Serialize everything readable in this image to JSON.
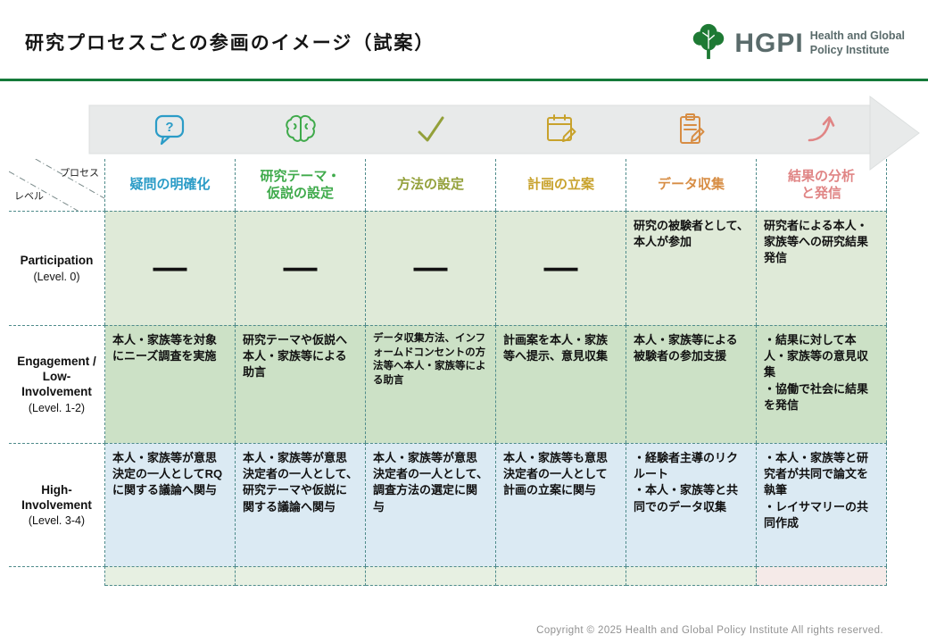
{
  "title": "研究プロセスごとの参画のイメージ（試案）",
  "logo": {
    "acronym": "HGPI",
    "line1": "Health and Global",
    "line2": "Policy Institute"
  },
  "matrix": {
    "corner": {
      "top": "プロセス",
      "bottom": "レベル"
    },
    "columns": [
      {
        "label": "疑問の明確化",
        "color": "#2b9cc7",
        "icon": "question-bubble-icon"
      },
      {
        "label": "研究テーマ・\n仮説の設定",
        "color": "#3faa4b",
        "icon": "brain-icon"
      },
      {
        "label": "方法の設定",
        "color": "#93a03a",
        "icon": "check-icon"
      },
      {
        "label": "計画の立案",
        "color": "#c8a22c",
        "icon": "calendar-icon"
      },
      {
        "label": "データ収集",
        "color": "#d78d44",
        "icon": "clipboard-icon"
      },
      {
        "label": "結果の分析\nと発信",
        "color": "#e08585",
        "icon": "trend-arrow-icon"
      }
    ],
    "rows": [
      {
        "label": "Participation",
        "sublabel": "(Level. 0)",
        "cells": [
          "—",
          "—",
          "—",
          "—",
          "研究の被験者として、本人が参加",
          "研究者による本人・家族等への研究結果発信"
        ]
      },
      {
        "label": "Engagement / Low-Involvement",
        "sublabel": "(Level. 1-2)",
        "cells": [
          "本人・家族等を対象にニーズ調査を実施",
          "研究テーマや仮説へ本人・家族等による助言",
          "データ収集方法、インフォームドコンセントの方法等へ本人・家族等による助言",
          "計画案を本人・家族等へ提示、意見収集",
          "本人・家族等による被験者の参加支援",
          "・結果に対して本人・家族等の意見収集\n・協働で社会に結果を発信"
        ]
      },
      {
        "label": "High-Involvement",
        "sublabel": "(Level. 3-4)",
        "cells": [
          "本人・家族等が意思決定の一人としてRQに関する議論へ関与",
          "本人・家族等が意思決定者の一人として、研究テーマや仮説に関する議論へ関与",
          "本人・家族等が意思決定者の一人として、調査方法の選定に関与",
          "本人・家族等も意思決定者の一人として計画の立案に関与",
          "・経験者主導のリクルート\n・本人・家族等と共同でのデータ収集",
          "・本人・家族等と研究者が共同で論文を執筆\n・レイサマリーの共同作成"
        ]
      }
    ]
  },
  "footer": {
    "copyright": "Copyright © 2025 Health and Global Policy Institute  All rights reserved."
  }
}
